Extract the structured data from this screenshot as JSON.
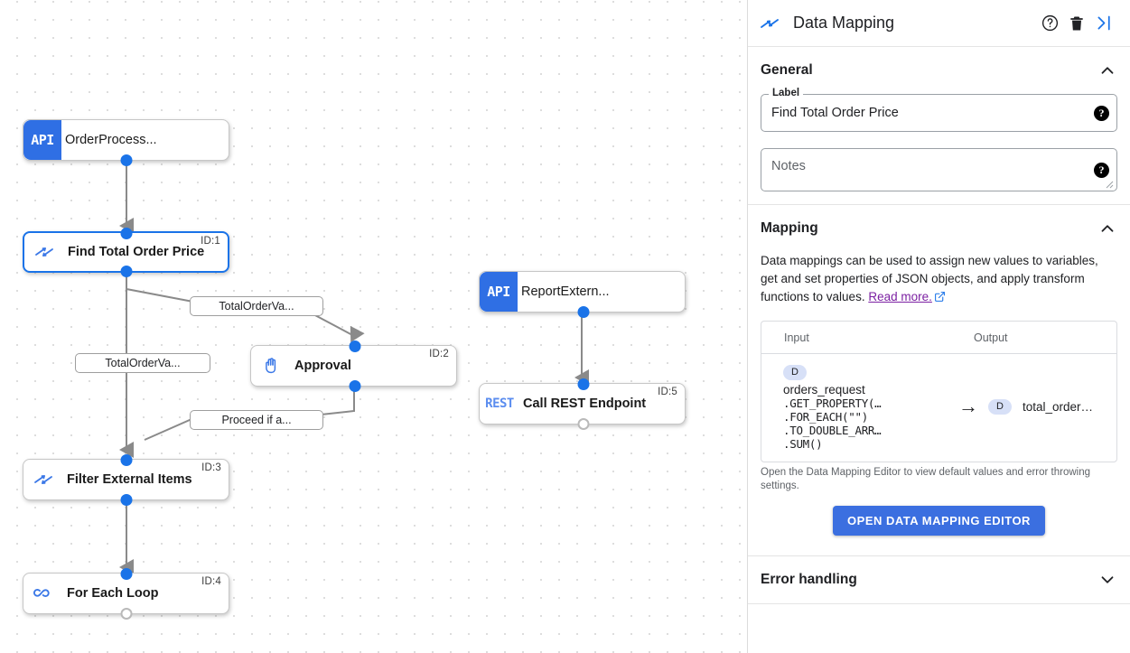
{
  "panel": {
    "title": "Data Mapping",
    "header_icon": "data-mapping-icon",
    "actions": [
      {
        "name": "help-icon",
        "label": "?"
      },
      {
        "name": "delete-icon",
        "label": "delete"
      },
      {
        "name": "collapse-panel-icon",
        "label": "collapse"
      }
    ],
    "general": {
      "heading": "General",
      "collapsed": false,
      "label_field": {
        "legend": "Label",
        "value": "Find Total Order Price"
      },
      "notes_field": {
        "placeholder": "Notes",
        "value": ""
      }
    },
    "mapping": {
      "heading": "Mapping",
      "collapsed": false,
      "description": "Data mappings can be used to assign new values to variables, get and set properties of JSON objects, and apply transform functions to values.",
      "read_more": "Read more.",
      "table": {
        "columns": [
          "Input",
          "Output"
        ],
        "rows": [
          {
            "input_chip": "D",
            "input_name": "orders_request",
            "input_functions": [
              ".GET_PROPERTY(…",
              ".FOR_EACH(\"\")",
              ".TO_DOUBLE_ARR…",
              ".SUM()"
            ],
            "arrow": "→",
            "output_chip": "D",
            "output_name": "total_order…"
          }
        ]
      },
      "note": "Open the Data Mapping Editor to view default values and error throwing settings.",
      "editor_button": "OPEN DATA MAPPING EDITOR"
    },
    "error_handling": {
      "heading": "Error handling",
      "collapsed": true
    }
  },
  "canvas": {
    "nodes": [
      {
        "name": "node-orderprocess",
        "badge": "API",
        "title": "OrderProcess...",
        "id_label": "",
        "selected": false,
        "icon": ""
      },
      {
        "name": "node-find-total-order-price",
        "badge": "",
        "title": "Find Total Order Price",
        "id_label": "ID:1",
        "selected": true,
        "icon": "data-mapping-icon"
      },
      {
        "name": "node-approval",
        "badge": "",
        "title": "Approval",
        "id_label": "ID:2",
        "selected": false,
        "icon": "hand-icon"
      },
      {
        "name": "node-filter-external-items",
        "badge": "",
        "title": "Filter External Items",
        "id_label": "ID:3",
        "selected": false,
        "icon": "data-mapping-icon"
      },
      {
        "name": "node-for-each-loop",
        "badge": "",
        "title": "For Each Loop",
        "id_label": "ID:4",
        "selected": false,
        "icon": "loop-icon"
      },
      {
        "name": "node-reportextern",
        "badge": "API",
        "title": "ReportExtern...",
        "id_label": "",
        "selected": false,
        "icon": ""
      },
      {
        "name": "node-call-rest-endpoint",
        "badge": "REST",
        "title": "Call REST Endpoint",
        "id_label": "ID:5",
        "selected": false,
        "icon": ""
      }
    ],
    "edge_labels": [
      {
        "name": "edge-label-totalordervalue-1",
        "text": "TotalOrderVa..."
      },
      {
        "name": "edge-label-totalordervalue-2",
        "text": "TotalOrderVa..."
      },
      {
        "name": "edge-label-proceed-if",
        "text": "Proceed if a..."
      }
    ]
  },
  "colors": {
    "accent_blue": "#1a73e8",
    "node_badge_blue": "#2f6fe4",
    "button_blue": "#3b6fe0",
    "link_purple": "#7b1fa2",
    "chip_bg": "#d7e0f7"
  }
}
